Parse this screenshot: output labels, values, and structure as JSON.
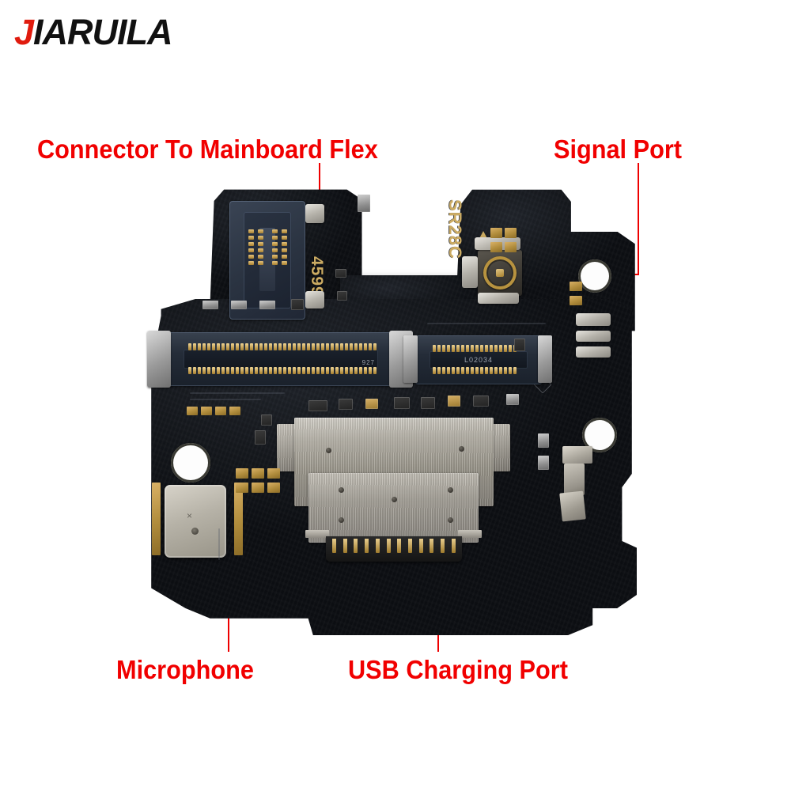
{
  "brand": {
    "first_letter": "J",
    "rest": "IARUILA",
    "full": "JIARUILA",
    "accent_color": "#e01b0e",
    "text_color": "#111111"
  },
  "annotations": {
    "color": "#f10000",
    "items": [
      {
        "id": "connector-to-mainboard-flex",
        "label": "Connector To Mainboard Flex"
      },
      {
        "id": "signal-port",
        "label": "Signal Port"
      },
      {
        "id": "microphone",
        "label": "Microphone"
      },
      {
        "id": "usb-charging-port",
        "label": "USB Charging Port"
      }
    ]
  },
  "board": {
    "description": "Phone USB charging port flex board (PCB)",
    "silkscreen": {
      "top_left_code": "45997",
      "top_right_code": "SR28C",
      "connector_code": "L02034",
      "main_connector_code": "927"
    },
    "components": {
      "btb_top_label": "board-to-board-connector",
      "btb_main_label": "mainboard-flex-connector",
      "btb_secondary_label": "secondary-flex-connector",
      "usb_label": "usb-type-c-connector",
      "mic_label": "mems-microphone",
      "rf_label": "coaxial-antenna-connector",
      "clip_label": "ground-spring-clip"
    },
    "colors": {
      "solder_mask": "#14171c",
      "gold_pad": "#b08c3c",
      "metal_shield": "#a6a299",
      "silkscreen": "#cbab63"
    }
  }
}
